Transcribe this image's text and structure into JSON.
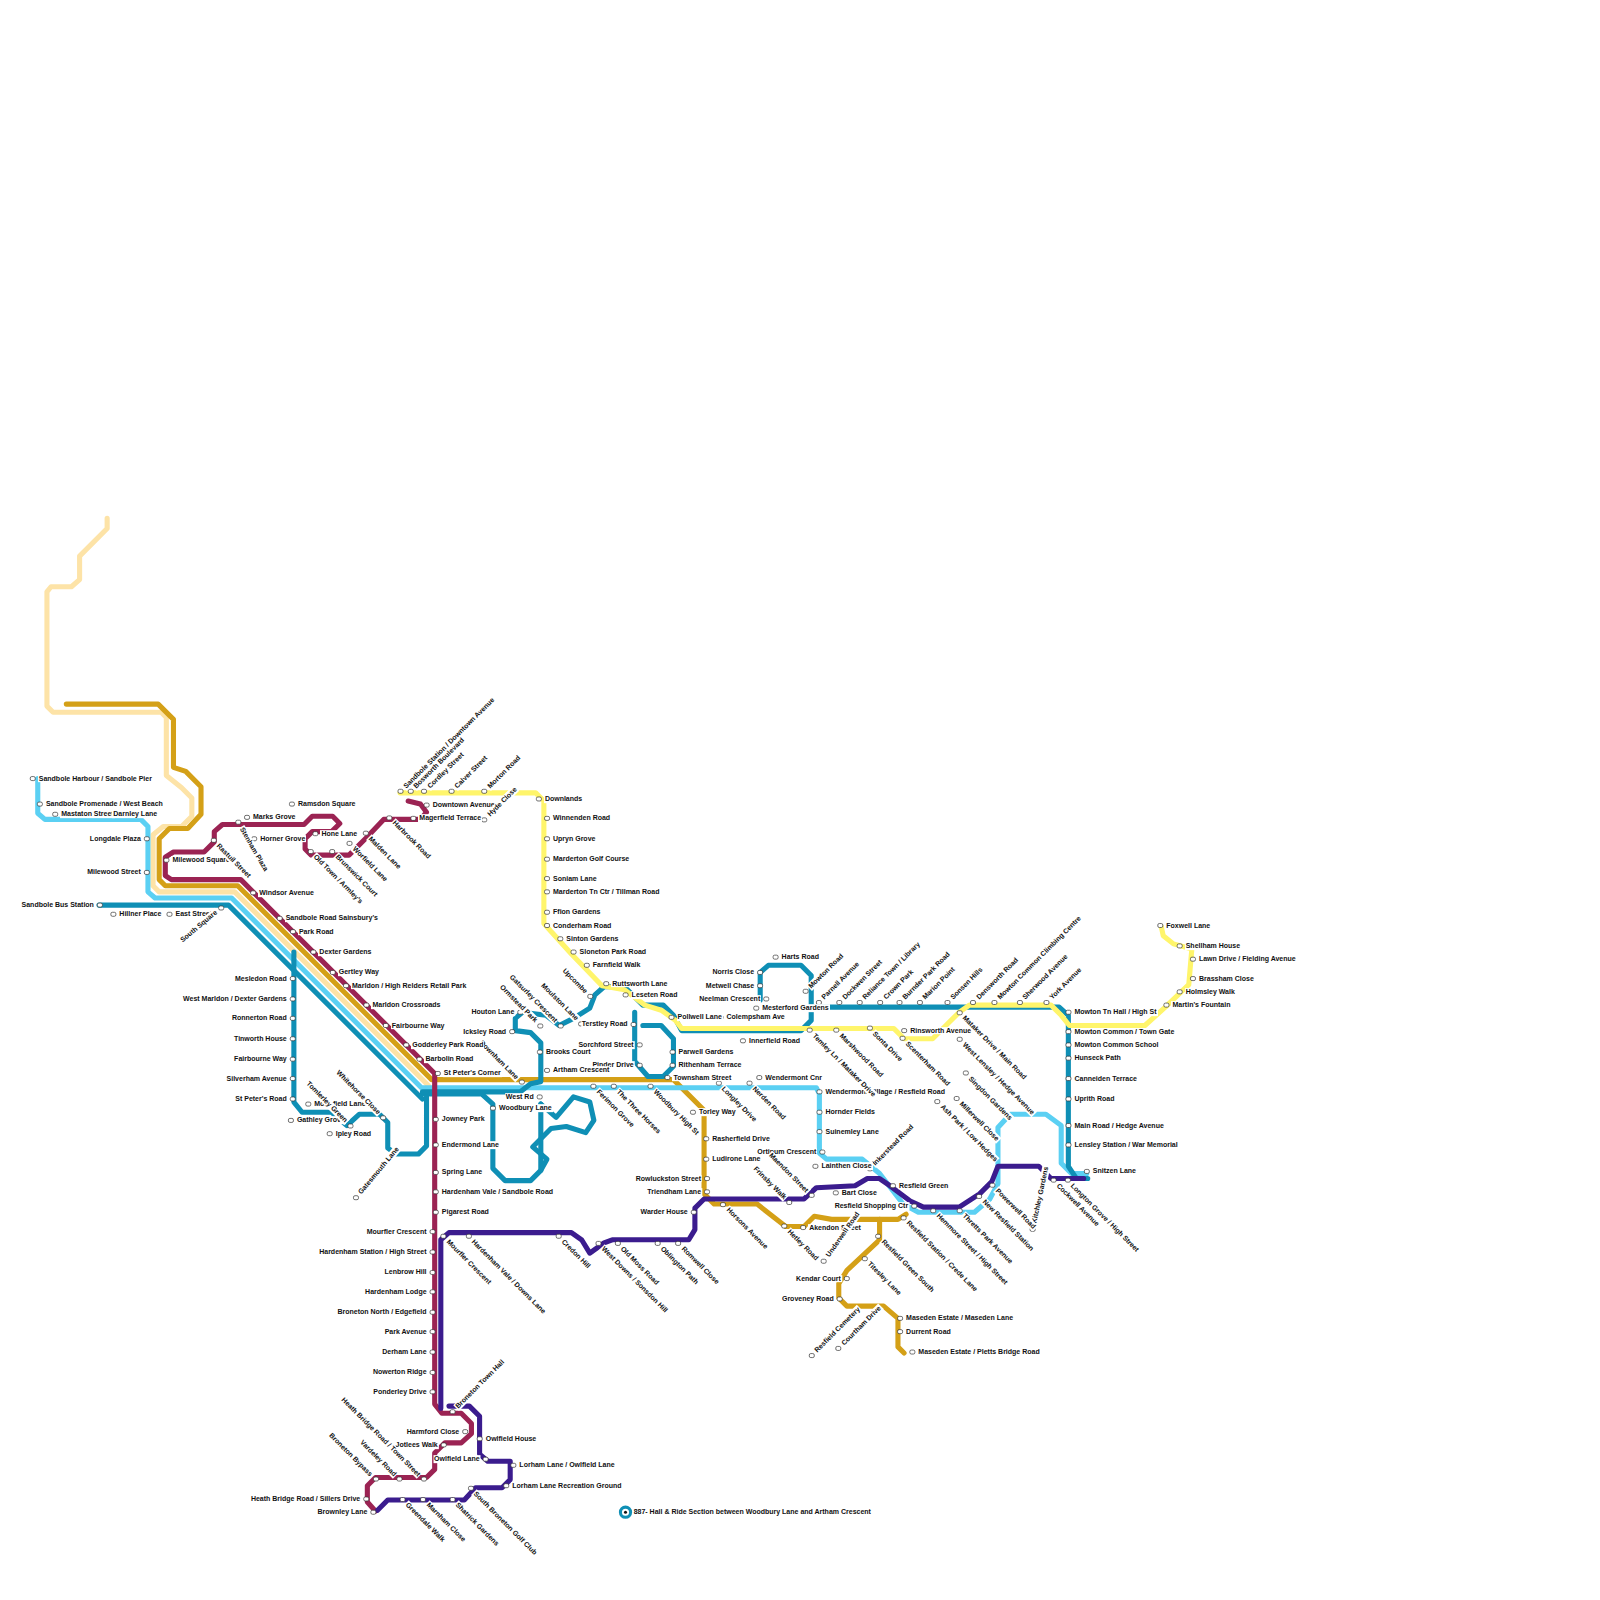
{
  "diagram": {
    "labels": [
      "Sandbole Harbour / Sandbole Pier",
      "Sandbole Promenade / West Beach",
      "Mastaton Street",
      "Darnley Lane",
      "Longdale Plaza",
      "Milewood Street",
      "Sandbole Bus Station",
      "Hillner Place",
      "East Street",
      "South Square",
      "Milewood Square",
      "Marks Grove",
      "Stenham Plaza",
      "Horner Grove",
      "Rastuil Street",
      "Ramsdon Square",
      "Hone Lane",
      "Old Town / Armley's",
      "Brunswick Court",
      "Worfield Lane",
      "Malden Lane",
      "Harbrook Road",
      "Magerfield Terrace",
      "Downtown Avenue",
      "Sandbole Station / Downtown Avenue",
      "Bosworth Boulevard",
      "Cordley Street",
      "Calver Street",
      "Morton Road",
      "Hyde Close",
      "Downlands",
      "Winnenden Road",
      "Upryn Grove",
      "Marderton Golf Course",
      "Soniam Lane",
      "Marderton Tn Ctr / Tillman Road",
      "Ffion Gardens",
      "Conderham Road",
      "Sinton Gardens",
      "Sloneton Park Road",
      "Farnfield Walk",
      "Ruttsworth Lane",
      "Leseten Road",
      "Upcombe",
      "Moulston Lane",
      "Gatsurley Crescent",
      "Ormstead Park",
      "Houton Lane",
      "Icksley Road",
      "Terstley Road",
      "Brooks Court",
      "Sorchford Street",
      "Pinder Drive",
      "Parwell Gardens",
      "Rithenham Terrace",
      "Townsham Street",
      "Artham Crescent",
      "Downham Lane",
      "West Rd",
      "Woodbury Lane",
      "Pollwell Lane",
      "Colempsham Ave",
      "Innerfield Road",
      "Neelman Crescent",
      "Mesterford Gardens",
      "Norris Close",
      "Metwell Chase",
      "Harts Road",
      "Mowton Road",
      "Parnell Avenue",
      "Dockwen Street",
      "Reliance Town / Library",
      "Crown Park",
      "Burnder Park Road",
      "Marion Point",
      "Sonsen Hills",
      "Densworth Road",
      "Mowton Common Climbing Centre",
      "Sherwood Avenue",
      "York Avenue",
      "Mowton Tn Hall / High St",
      "Mowton Common / Town Gate",
      "Mowton Common School",
      "Hunseck Path",
      "Canneiden Terrace",
      "Uprith Road",
      "Main Road / Hedge Avenue",
      "Lensley Station / War Memorial",
      "Snitzen Lane",
      "Longton Grove / High Street",
      "Cockwell Avenue",
      "Kitchley Gardens",
      "Foxwell Lane",
      "Shellham House",
      "Lawn Drive / Fielding Avenue",
      "Brassham Close",
      "Holmsley Walk",
      "Martin's Fountain",
      "Rinsworth Avenue",
      "Mataker Drive / Main Road",
      "West Lensley / Hedge Avenue",
      "Singdon Gardens",
      "Millerwell Close",
      "Ash Park / Low Hedges",
      "Powerwell Road",
      "New Resfield Station",
      "Thretts Park Avenue",
      "Hemmore Street / High Street",
      "Resfield Station / Crede Lane",
      "Resfield Green",
      "Resfield Shopping Ctr",
      "Bart Close",
      "Akendon Street",
      "Inkerstead Road",
      "Lainthen Close",
      "Ortinum Crescent",
      "Suinemley Lane",
      "Hornder Fields",
      "Wendermont Village / Resfield Road",
      "Wendermont Cnr",
      "Nerden Road",
      "Longley Drive",
      "Temley Ln / Mataker Drive",
      "Marshwood Road",
      "Sonta Drive",
      "Scenterham Road",
      "St Peter's Corner",
      "Ferimon Grove",
      "The Three Horses",
      "Woodbury High St",
      "Torley Way",
      "Rasherfield Drive",
      "Ludirone Lane",
      "Rowluckston Street",
      "Triendham Lane",
      "Warder House",
      "Horsons Avenue",
      "Frinsby Walk",
      "Maendon Street",
      "Hetley Road",
      "Underwell Road",
      "Resfield Green South",
      "Titesley Lane",
      "Kendar Court",
      "Groveney Road",
      "Resfield Cemetery",
      "Courtham Drive",
      "Maseden Estate / Maseden Lane",
      "Durrent Road",
      "Maseden Estate / Pletts Bridge Road",
      "Mourfler Crescent",
      "Hardenham Vale / Downs Lane",
      "Credon Hill",
      "West Downs / Sonsdon Hill",
      "Old Moss Road",
      "Oblington Path",
      "Romwell Close",
      "Mourfler Crescent",
      "Hardenham Station / High Street",
      "Lenbrow Hill",
      "Hardenham Lodge",
      "Broneton North / Edgefield",
      "Park Avenue",
      "Derham Lane",
      "Nowerton Ridge",
      "Ponderley Drive",
      "Spring Lane",
      "Hardenham Vale / Sandbole Road",
      "Pigarest Road",
      "Jowney Park",
      "Endermond Lane",
      "Broneton Town Hall",
      "Harmford Close",
      "Jotlees Walk",
      "Owlfield Lane",
      "Owlfield House",
      "Lorham Lane / Owlfield Lane",
      "Lorham Lane Recreation Ground",
      "South Broneton Golf Club",
      "Shatrick Gardens",
      "Marnham Close",
      "Greendale Walk",
      "Heath Bridge Road / Sillers Drive",
      "Brownley Lane",
      "Heath Bridge Road / Town Street",
      "Vardeley Road",
      "Broneton Bypass",
      "Windsor Avenue",
      "Sandbole Road Sainsbury's",
      "Park Road",
      "Dexter Gardens",
      "Gertley Way",
      "Marldon / High Relders Retail Park",
      "Marldon Crossroads",
      "Fairbourne Way",
      "Godderley Park Road",
      "Barbolin Road",
      "Mesledon Road",
      "West Marldon / Dexter Gardens",
      "Ronnerton Road",
      "Tinworth House",
      "Fairbourne Way",
      "Silverham Avenue",
      "St Peter's Road",
      "Mounfield Lane",
      "Gathley Grove",
      "Ipley Road",
      "Tomlerley Green",
      "Whitehorse Close",
      "Gatesmouth Lane"
    ],
    "legend": [
      {
        "text": "887- Hall & Ride Section between Woodbury Lane and Artham Crescent"
      }
    ]
  }
}
